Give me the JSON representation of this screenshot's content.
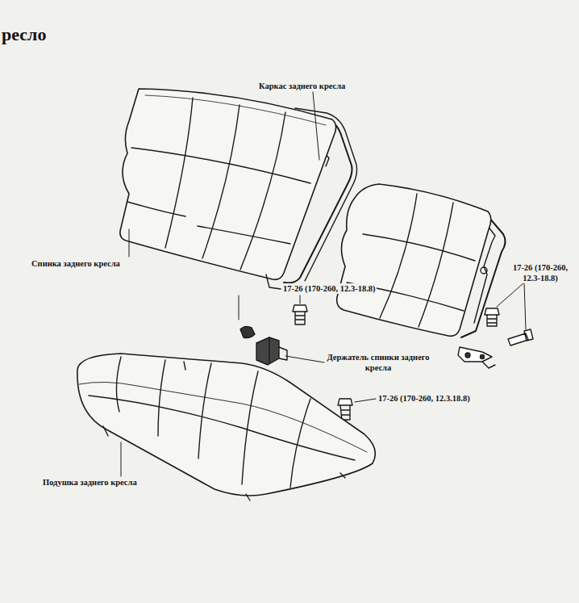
{
  "diagram": {
    "title": "ресло",
    "labels": [
      "Каркас заднего кресла",
      "Спинка заднего кресла",
      "17-26 (170-260, 12.3-18.8)",
      "Держатель спинки заднего кресла",
      "17-26 (170-260, 12.3-18.8)",
      "17-26 (170-260, 12.3.18.8)",
      "Подушка заднего кресла"
    ]
  }
}
